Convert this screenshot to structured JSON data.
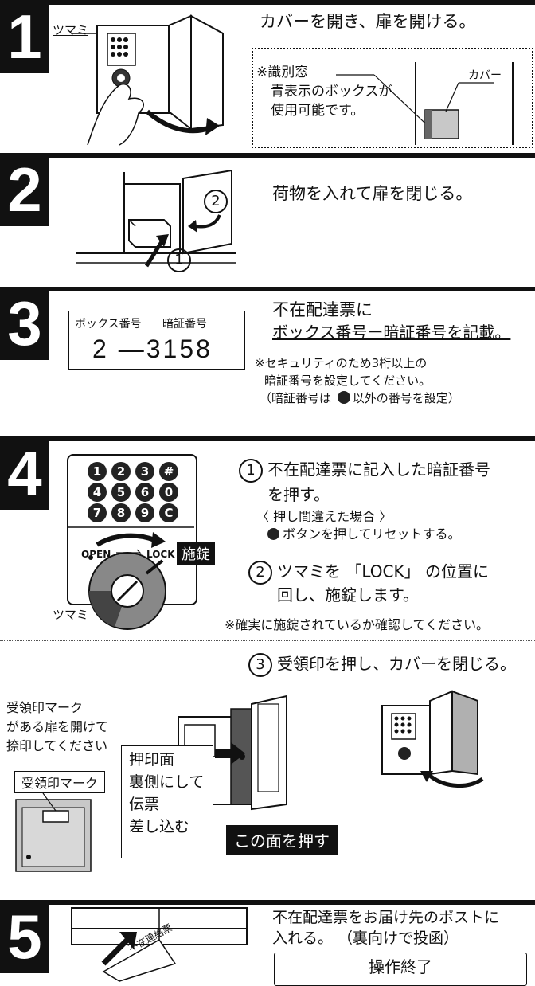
{
  "steps": {
    "s1": {
      "num": "1",
      "label_tsumami": "ツマミ",
      "instruction": "カバーを開き、扉を開ける。",
      "note_line1": "※識別窓",
      "note_line2": "青表示のボックスが",
      "note_line3": "使用可能です。",
      "label_cover": "カバー"
    },
    "s2": {
      "num": "2",
      "marker_1": "1",
      "marker_2": "2",
      "instruction": "荷物を入れて扉を閉じる。"
    },
    "s3": {
      "num": "3",
      "card_label_box": "ボックス番号",
      "card_label_pin": "暗証番号",
      "card_value": "2 ―3158",
      "instruction_line1": "不在配達票に",
      "instruction_line2": "ボックス番号ー暗証番号を記載。",
      "note_line1": "※セキュリティのため3桁以上の",
      "note_line2": "暗証番号を設定してください。",
      "note_line3": "（暗証番号は ",
      "note_line3b": "以外の番号を設定）"
    },
    "s4": {
      "num": "4",
      "keys": [
        "1",
        "2",
        "3",
        "#",
        "4",
        "5",
        "6",
        "0",
        "7",
        "8",
        "9",
        "C"
      ],
      "label_open": "OPEN",
      "label_lock": "LOCK",
      "label_seijo": "施錠",
      "label_tsumami": "ツマミ",
      "item1_num": "1",
      "item1_line1": "不在配達票に記入した暗証番号",
      "item1_line2": "を押す。",
      "item1_note1": "〈 押し間違えた場合 〉",
      "item1_note2": "ボタンを押してリセットする。",
      "item2_num": "2",
      "item2_line1": "ツマミを 「LOCK」 の位置に",
      "item2_line2": "回し、施錠します。",
      "confirm_note": "※確実に施錠されているか確認してください。",
      "item3_num": "3",
      "item3_text": "受領印を押し、カバーを閉じる。",
      "stamp_note1": "受領印マーク",
      "stamp_note2": "がある扉を開けて",
      "stamp_note3": "捺印してください",
      "stamp_mark_label": "受領印マーク",
      "insert_line1": "押印面",
      "insert_line2": "裏側にして",
      "insert_line3": "伝票",
      "insert_line4": "差し込む",
      "press_label": "この面を押す"
    },
    "s5": {
      "num": "5",
      "slip_text": "不在連絡票",
      "instruction_line1": "不在配達票をお届け先のポストに",
      "instruction_line2": "入れる。 （裏向けで投函）",
      "end_label": "操作終了"
    }
  }
}
